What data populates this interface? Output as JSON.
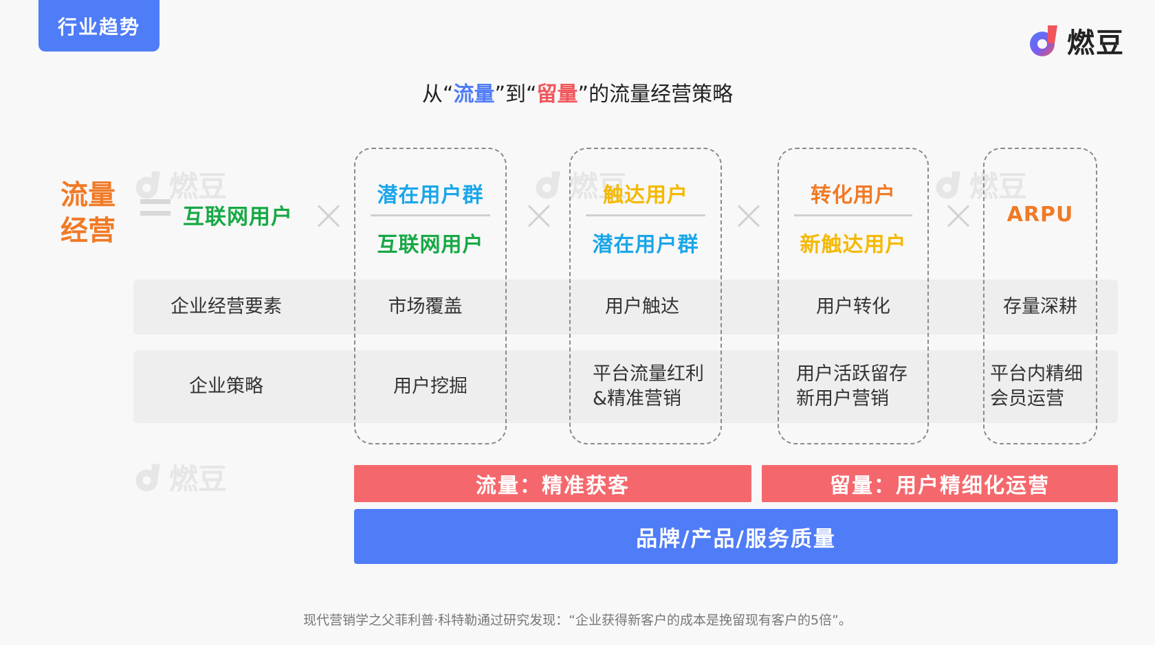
{
  "tag": "行业趋势",
  "logo": {
    "text": "燃豆",
    "icon": "randou-logo-icon",
    "watermark_text": "燃豆"
  },
  "title": {
    "pre": "从“",
    "traffic_word": "流量",
    "mid": "”到“",
    "retention_word": "留量",
    "post": "”的流量经营策略"
  },
  "formula": {
    "label_line1": "流量",
    "label_line2": "经营",
    "equals": "=",
    "base": "互联网用户",
    "times": "×"
  },
  "columns": [
    {
      "top": "潜在用户群",
      "bottom": "互联网用户",
      "top_color": "#1aa6e8",
      "bottom_color": "#17a845",
      "element": "市场覆盖",
      "strategy_line1": "用户挖掘",
      "strategy_line2": ""
    },
    {
      "top": "触达用户",
      "bottom": "潜在用户群",
      "top_color": "#f5b800",
      "bottom_color": "#1aa6e8",
      "element": "用户触达",
      "strategy_line1": "平台流量红利",
      "strategy_line2": "&精准营销"
    },
    {
      "top": "转化用户",
      "bottom": "新触达用户",
      "top_color": "#f07a26",
      "bottom_color": "#f5b800",
      "element": "用户转化",
      "strategy_line1": "用户活跃留存",
      "strategy_line2": "新用户营销"
    },
    {
      "top": "ARPU",
      "bottom": "",
      "top_color": "#f07a26",
      "bottom_color": "#f07a26",
      "element": "存量深耕",
      "strategy_line1": "平台内精细",
      "strategy_line2": "会员运营"
    }
  ],
  "rows": {
    "elements_label": "企业经营要素",
    "strategy_label": "企业策略"
  },
  "bars": {
    "traffic": "流量：精准获客",
    "retention": "留量：用户精细化运营",
    "foundation": "品牌/产品/服务质量"
  },
  "colors": {
    "accent_blue": "#4f7cf7",
    "accent_red": "#f4686d",
    "orange": "#f07a26",
    "green": "#17a845"
  },
  "footnote": "现代营销学之父菲利普·科特勒通过研究发现：“企业获得新客户的成本是挽留现有客户的5倍”。"
}
